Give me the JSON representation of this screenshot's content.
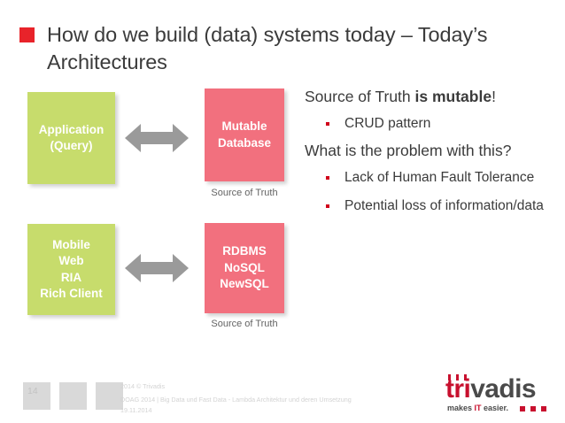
{
  "slide": {
    "title": "How do we build (data) systems today – Today’s Architectures",
    "bullet_color": "#e8232a"
  },
  "diagram": {
    "boxes": [
      {
        "name": "application",
        "label": "Application\n(Query)",
        "color": "#c7dc6c"
      },
      {
        "name": "mutable-database",
        "label": "Mutable\nDatabase",
        "color": "#f2707e",
        "caption": "Source of Truth"
      },
      {
        "name": "clients",
        "label": "Mobile\nWeb\nRIA\nRich Client",
        "color": "#c7dc6c"
      },
      {
        "name": "data-stores",
        "label": "RDBMS\nNoSQL\nNewSQL",
        "color": "#f2707e",
        "caption": "Source of Truth"
      }
    ],
    "arrow_color": "#9a9a9a",
    "source_of_truth_label": "Source of Truth"
  },
  "content": {
    "heading_1_plain": "Source of Truth ",
    "heading_1_bold": "is mutable",
    "heading_1_suffix": "!",
    "bullets_1": [
      "CRUD pattern"
    ],
    "heading_2": "What is the problem with this?",
    "bullets_2": [
      "Lack of Human Fault Tolerance",
      "Potential loss of information/data"
    ],
    "bullet_color": "#d0021b"
  },
  "footer": {
    "page_number": "14",
    "copyright": "2014 © Trivadis",
    "event": "DOAG 2014 | Big Data und Fast Data - Lambda Architektur und deren Umsetzung",
    "date": "19.11.2014"
  },
  "logo": {
    "word_red": "tri",
    "word_dark": "vadis",
    "tagline_prefix": "makes ",
    "tagline_accent": "IT",
    "tagline_suffix": " easier.",
    "accent_color": "#c8102e"
  }
}
